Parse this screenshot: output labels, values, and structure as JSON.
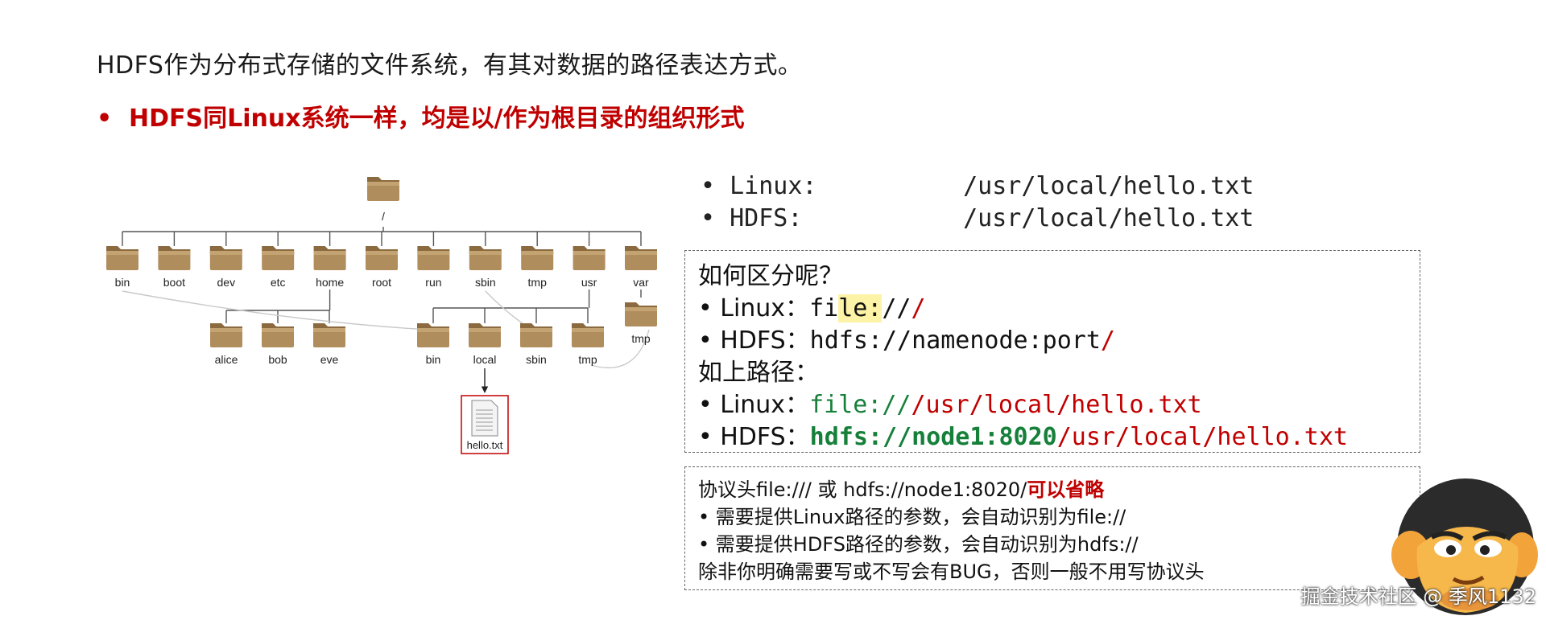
{
  "heading": "HDFS作为分布式存储的文件系统，有其对数据的路径表达方式。",
  "subheading": {
    "bullet": "•",
    "text": "HDFS同Linux系统一样，均是以/作为根目录的组织形式"
  },
  "tree": {
    "root": "/",
    "top_dirs": [
      "bin",
      "boot",
      "dev",
      "etc",
      "home",
      "root",
      "run",
      "sbin",
      "tmp",
      "usr",
      "var"
    ],
    "home_children": [
      "alice",
      "bob",
      "eve"
    ],
    "usr_children": [
      "bin",
      "local",
      "sbin",
      "tmp"
    ],
    "var_children": [
      "tmp"
    ],
    "file": "hello.txt"
  },
  "paths": [
    {
      "bullet": "•",
      "label": "Linux:",
      "value": "/usr/local/hello.txt"
    },
    {
      "bullet": "•",
      "label": "HDFS:",
      "value": "/usr/local/hello.txt"
    }
  ],
  "box1": {
    "q": "如何区分呢？",
    "l1_label": "•  Linux：",
    "l1_a": "fi",
    "l1_hl": "le:",
    "l1_b": "//",
    "l1_slash": "/",
    "l2_label": "•  HDFS：",
    "l2_value": "hdfs://namenode:port",
    "l2_slash": "/",
    "heading2": "如上路径：",
    "l3_label": "•  Linux：",
    "l3_proto": "file://",
    "l3_path": "/usr/local/hello.txt",
    "l4_label": "•  HDFS：",
    "l4_proto": "hdfs://node1:8020",
    "l4_path": "/usr/local/hello.txt"
  },
  "box2": {
    "line1": "协议头file:/// 或 hdfs://node1:8020/",
    "line1_red": "可以省略",
    "line2": "•  需要提供Linux路径的参数，会自动识别为file://",
    "line3": "•  需要提供HDFS路径的参数，会自动识别为hdfs://",
    "line4": "除非你明确需要写或不写会有BUG，否则一般不用写协议头"
  },
  "footer": "掘金技术社区 @ 季风1132",
  "colors": {
    "red": "#c00000",
    "green": "#16803a",
    "folder": "#a8885b"
  }
}
